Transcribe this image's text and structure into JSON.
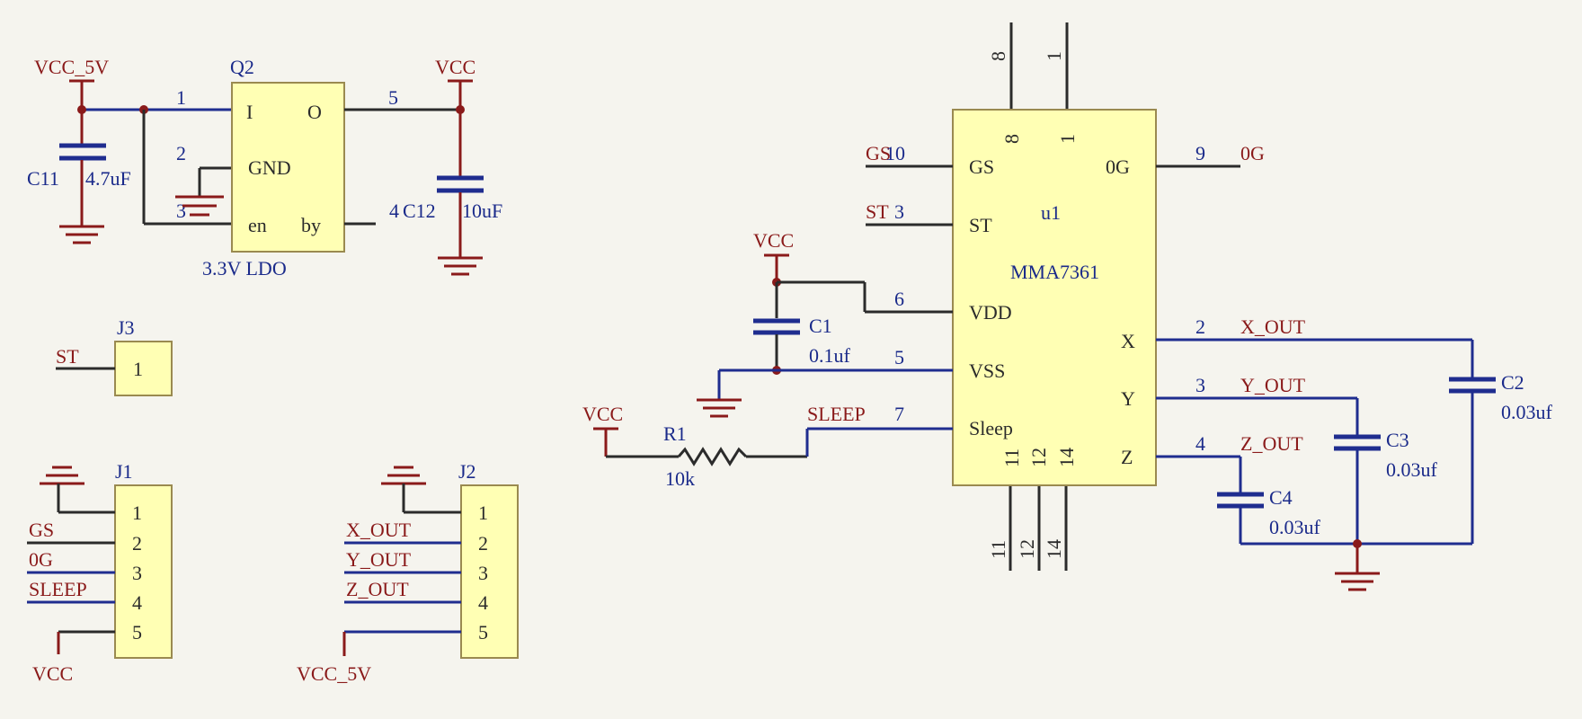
{
  "ldo": {
    "designator": "Q2",
    "caption": "3.3V  LDO",
    "pin_i": "I",
    "pin_o": "O",
    "pin_gnd": "GND",
    "pin_en": "en",
    "pin_by": "by",
    "num_1": "1",
    "num_2": "2",
    "num_3": "3",
    "num_4": "4",
    "num_5": "5"
  },
  "nets": {
    "vcc5v_ldo": "VCC_5V",
    "vcc_ldo": "VCC",
    "vcc_c1": "VCC",
    "vcc_r1": "VCC",
    "vcc_j1": "VCC",
    "vcc5v_j2": "VCC_5V",
    "st_j3": "ST",
    "gs_u1": "GS",
    "st_u1": "ST",
    "og_u1": "0G",
    "sleep_u1": "SLEEP",
    "xout_u1": "X_OUT",
    "yout_u1": "Y_OUT",
    "zout_u1": "Z_OUT"
  },
  "c11": {
    "designator": "C11",
    "value": "4.7uF"
  },
  "c12": {
    "designator": "C12",
    "value": "10uF"
  },
  "c1": {
    "designator": "C1",
    "value": "0.1uf"
  },
  "c2": {
    "designator": "C2",
    "value": "0.03uf"
  },
  "c3": {
    "designator": "C3",
    "value": "0.03uf"
  },
  "c4": {
    "designator": "C4",
    "value": "0.03uf"
  },
  "r1": {
    "designator": "R1",
    "value": "10k"
  },
  "u1": {
    "designator": "u1",
    "part": "MMA7361",
    "pins_left": [
      "GS",
      "ST",
      "VDD",
      "VSS",
      "Sleep"
    ],
    "pins_right": [
      "0G",
      "X",
      "Y",
      "Z"
    ],
    "num_gs": "10",
    "num_st": "3",
    "num_vdd": "6",
    "num_vss": "5",
    "num_sleep": "7",
    "num_og": "9",
    "num_x": "2",
    "num_y": "3",
    "num_z": "4",
    "top_pins": [
      "8",
      "1"
    ],
    "bottom_pins": [
      "11",
      "12",
      "14"
    ]
  },
  "j3": {
    "designator": "J3",
    "pins": [
      "1"
    ]
  },
  "j1": {
    "designator": "J1",
    "pins": [
      "1",
      "2",
      "3",
      "4",
      "5"
    ],
    "nets": [
      "GS",
      "0G",
      "SLEEP"
    ]
  },
  "j2": {
    "designator": "J2",
    "pins": [
      "1",
      "2",
      "3",
      "4",
      "5"
    ],
    "nets": [
      "X_OUT",
      "Y_OUT",
      "Z_OUT"
    ]
  },
  "colors": {
    "background": "#f5f4ee",
    "component_fill": "#ffffb4",
    "wire_black": "#2b2b2b",
    "wire_blue": "#1f2d8f",
    "net_label": "#8a1a1a",
    "designator": "#1a2a8a"
  }
}
